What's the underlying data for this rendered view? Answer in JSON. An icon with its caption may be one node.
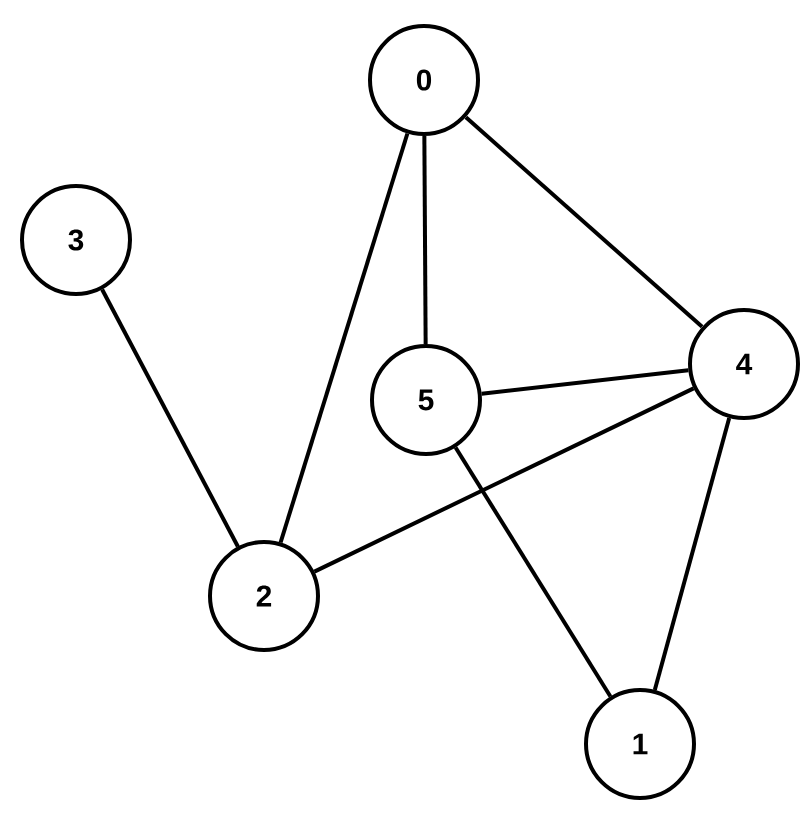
{
  "diagram": {
    "nodes": [
      {
        "text": [
          "0"
        ]
      },
      {
        "text": [
          "1"
        ]
      },
      {
        "text": [
          "2"
        ]
      },
      {
        "text": [
          "3"
        ]
      },
      {
        "text": [
          "4"
        ]
      },
      {
        "text": [
          "5"
        ]
      }
    ],
    "edges": [
      {
        "from": 0,
        "to": 5,
        "arrow": "none"
      },
      {
        "from": 0,
        "to": 4,
        "arrow": "none"
      },
      {
        "from": 0,
        "to": 2,
        "arrow": "none"
      },
      {
        "from": 3,
        "to": 2,
        "arrow": "none"
      },
      {
        "from": 5,
        "to": 4,
        "arrow": "none"
      },
      {
        "from": 4,
        "to": 2,
        "arrow": "none"
      },
      {
        "from": 4,
        "to": 1,
        "arrow": "none"
      },
      {
        "from": 5,
        "to": 1,
        "arrow": "none"
      }
    ]
  }
}
